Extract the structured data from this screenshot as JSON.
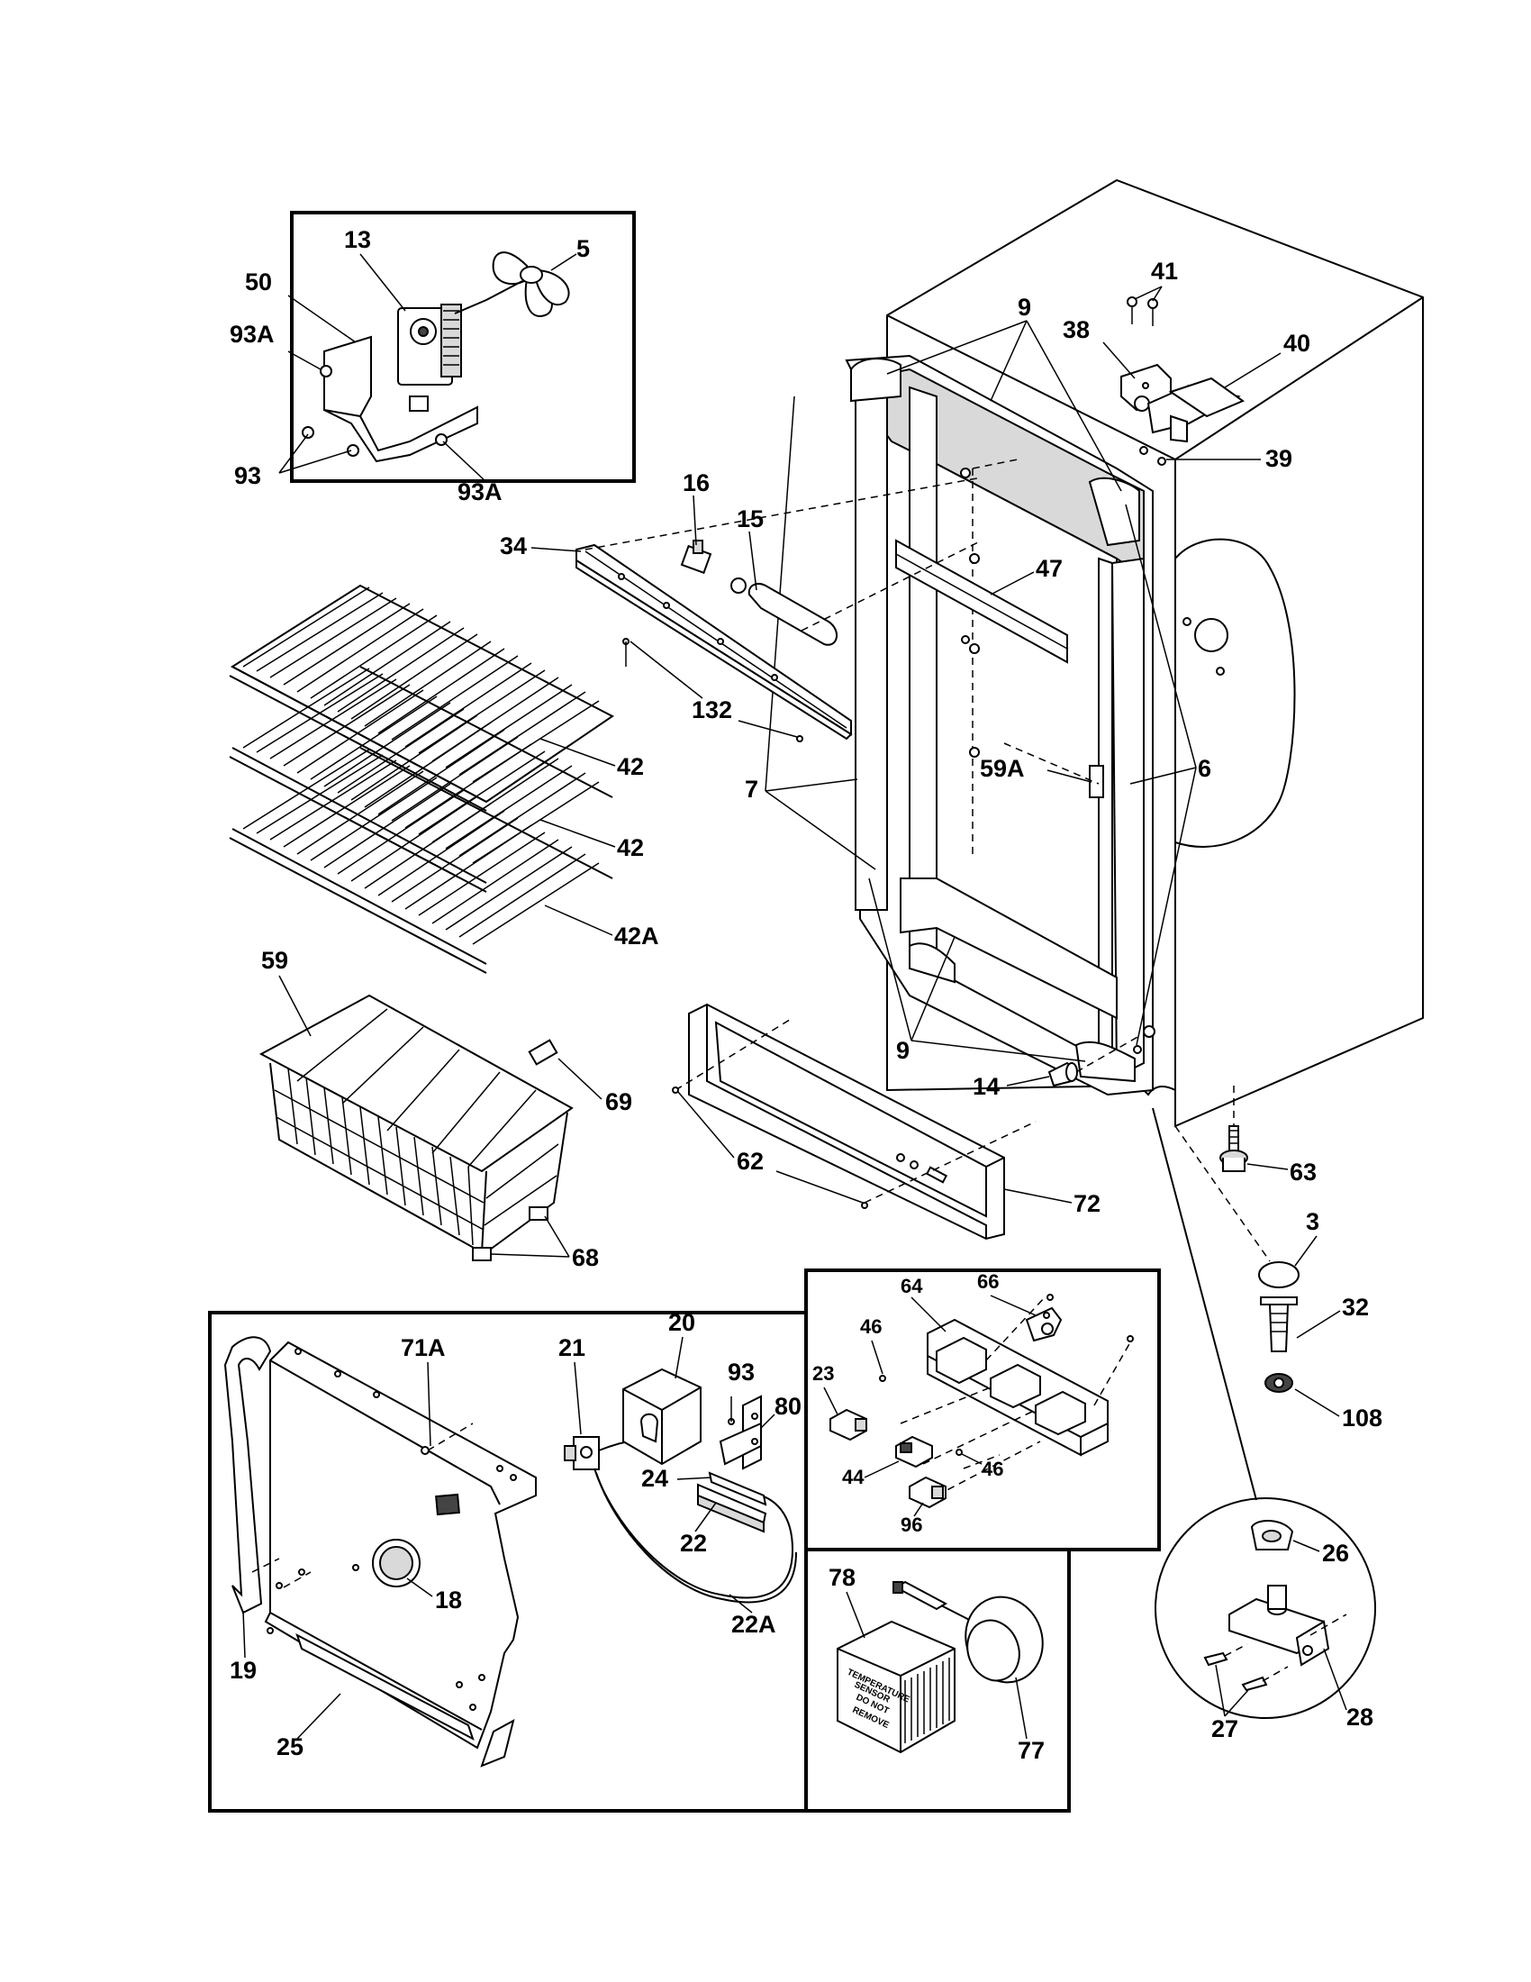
{
  "labels": {
    "l13": "13",
    "l5": "5",
    "l50": "50",
    "l93a_a": "93A",
    "l93": "93",
    "l93a_b": "93A",
    "l16": "16",
    "l15": "15",
    "l34": "34",
    "l132": "132",
    "l42_a": "42",
    "l42_b": "42",
    "l42a": "42A",
    "l59": "59",
    "l69": "69",
    "l68": "68",
    "l41": "41",
    "l38": "38",
    "l40": "40",
    "l39": "39",
    "l9_top": "9",
    "l47": "47",
    "l59a": "59A",
    "l7": "7",
    "l6": "6",
    "l9_bot": "9",
    "l14": "14",
    "l62": "62",
    "l72": "72",
    "l63": "63",
    "l3": "3",
    "l32": "32",
    "l108": "108",
    "l71a": "71A",
    "l21": "21",
    "l20": "20",
    "l93_b": "93",
    "l80": "80",
    "l24": "24",
    "l22": "22",
    "l22a": "22A",
    "l18": "18",
    "l19": "19",
    "l25": "25",
    "l64": "64",
    "l66": "66",
    "l46_a": "46",
    "l23": "23",
    "l44": "44",
    "l46_b": "46",
    "l96": "96",
    "l78": "78",
    "l77": "77",
    "l26": "26",
    "l27": "27",
    "l28": "28"
  },
  "sensor_text": [
    "TEMPERATURE",
    "SENSOR",
    "DO NOT",
    "REMOVE"
  ]
}
